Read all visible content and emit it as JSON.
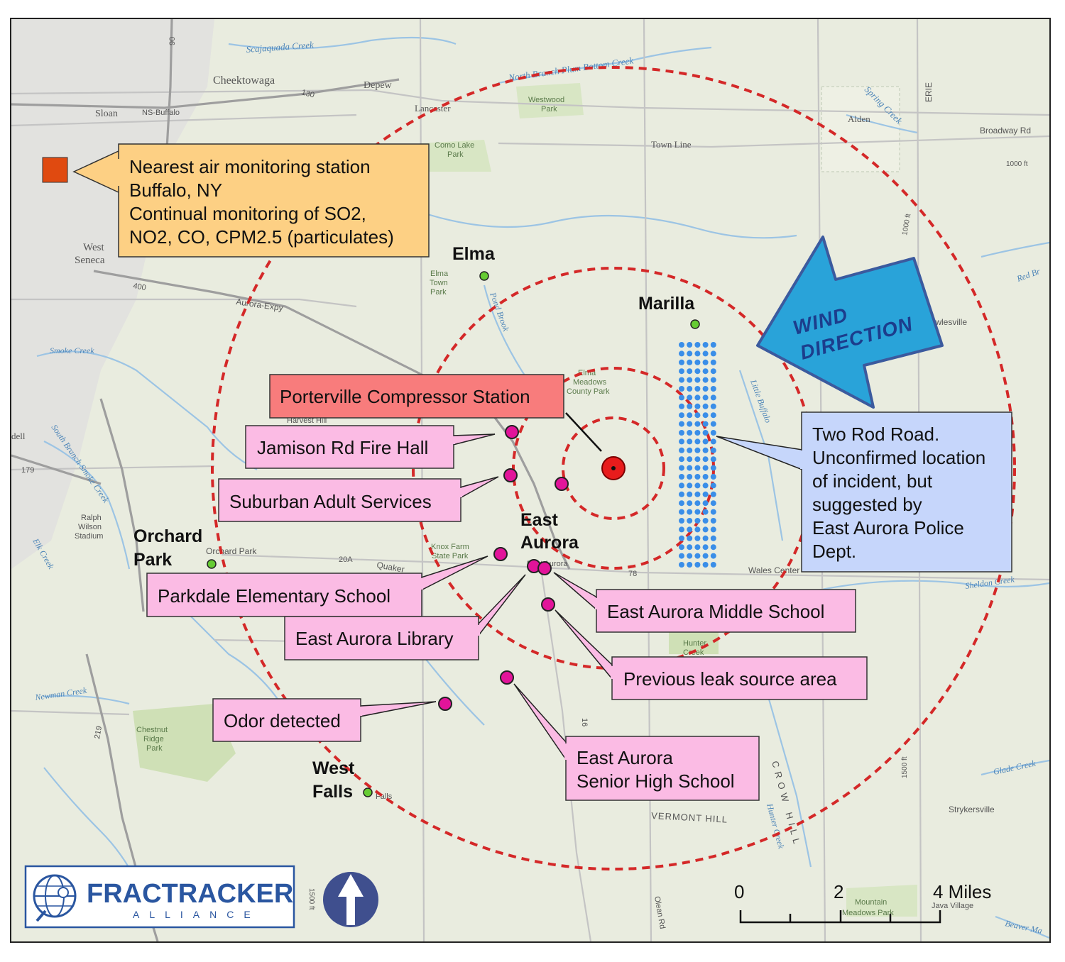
{
  "towns": {
    "elma": "Elma",
    "marilla": "Marilla",
    "orchard_park": [
      "Orchard",
      "Park"
    ],
    "east_aurora": [
      "East",
      "Aurora"
    ],
    "west_falls": [
      "West",
      "Falls"
    ]
  },
  "callouts": {
    "air_station": [
      "Nearest air monitoring station",
      "Buffalo, NY",
      "Continual monitoring of SO2,",
      "NO2, CO, CPM2.5 (particulates)"
    ],
    "compressor": "Porterville Compressor Station",
    "fire_hall": "Jamison Rd Fire Hall",
    "suburban": "Suburban Adult Services",
    "parkdale": "Parkdale Elementary School",
    "library": "East Aurora Library",
    "middle_school": "East Aurora Middle School",
    "leak_source": "Previous leak source area",
    "odor": "Odor detected",
    "senior_high": [
      "East Aurora",
      "Senior High School"
    ],
    "two_rod": [
      "Two Rod Road.",
      "Unconfirmed location",
      "of incident, but",
      "suggested by",
      "East Aurora Police",
      "Dept."
    ]
  },
  "wind": [
    "WIND",
    "DIRECTION"
  ],
  "basemap_labels": {
    "scajaquada": "Scajaquada Creek",
    "north_branch": "North Branch Plum Bottom Creek",
    "cheektowaga": "Cheektowaga",
    "depew": "Depew",
    "sloan": "Sloan",
    "ns_buffalo": "NS-Buffalo",
    "lancaster": "Lancaster",
    "westwood": [
      "Westwood",
      "Park"
    ],
    "alden": "Alden",
    "spring_creek": "Spring Creek",
    "broadway": "Broadway Rd",
    "erie": "ERIE",
    "como_lake": [
      "Como Lake",
      "Park"
    ],
    "town_line": "Town Line",
    "west_seneca": [
      "West",
      "Seneca"
    ],
    "elma_park": [
      "Elma",
      "Town",
      "Park"
    ],
    "pond_brook": "Pond Brook",
    "aurora_expy": "Aurora-Expy",
    "smoke_creek": "Smoke Creek",
    "cowlesville": "Cowlesville",
    "red_brook": "Red Br",
    "elma_meadows": [
      "Elma",
      "Meadows",
      "County Park"
    ],
    "little_buffalo": "Little Buffalo",
    "harvest_hill": "Harvest Hill",
    "south_branch": "South Branch Smoke Creek",
    "ralph_wilson": [
      "Ralph",
      "Wilson",
      "Stadium"
    ],
    "knox_farm": [
      "Knox Farm",
      "State Park"
    ],
    "orchard_park_sm": "Orchard Park",
    "quaker": "Quaker",
    "east_aurora_sm": "East Aurora",
    "wales_center": "Wales Center",
    "sheldon_creek": "Sheldon Creek",
    "hunter_creek_sm": [
      "Hunter",
      "Creek"
    ],
    "newman_creek": "Newman Creek",
    "chestnut_ridge": [
      "Chestnut",
      "Ridge",
      "Park"
    ],
    "crow_hill": "CROW HILL",
    "vermont_hill": "VERMONT HILL",
    "hunter_creek": "Hunter Creek",
    "strykersville": "Strykersville",
    "glade_creek": "Glade Creek",
    "west_falls_sm": "Falls",
    "java_village": "Java Village",
    "mountain_meadows": [
      "Mountain",
      "Meadows Park"
    ],
    "beaver": "Beaver Ma",
    "olean_rd": "Olean Rd",
    "dell": "dell",
    "elk_creek": "Elk Creek",
    "rt90": "90",
    "rt130": "130",
    "rt400": "400",
    "rt179": "179",
    "rt20a": "20A",
    "rt78": "78",
    "rt16": "16",
    "rt219": "219",
    "ft1000": "1000 ft",
    "ft1000b": "1000 ft",
    "ft1500": "1500 ft",
    "ft1500b": "1500 ft"
  },
  "logo": {
    "name": "FRACTRACKER",
    "sub": "ALLIANCE"
  },
  "scale": {
    "ticks": [
      "0",
      "2",
      "4 Miles"
    ],
    "unit": "Miles"
  },
  "colors": {
    "ring": "#d42828",
    "school_marker": "#e2149a",
    "town_marker": "#66cc33",
    "air_station": "#e04a10",
    "air_callout": "#fdd084",
    "compressor_callout": "#f87c7c",
    "pink_callout": "#fbbbe4",
    "blue_callout": "#c6d6fb",
    "wind_arrow": "#29a3d9",
    "wind_text": "#1c3d8c",
    "logo_blue": "#2a56a0"
  }
}
